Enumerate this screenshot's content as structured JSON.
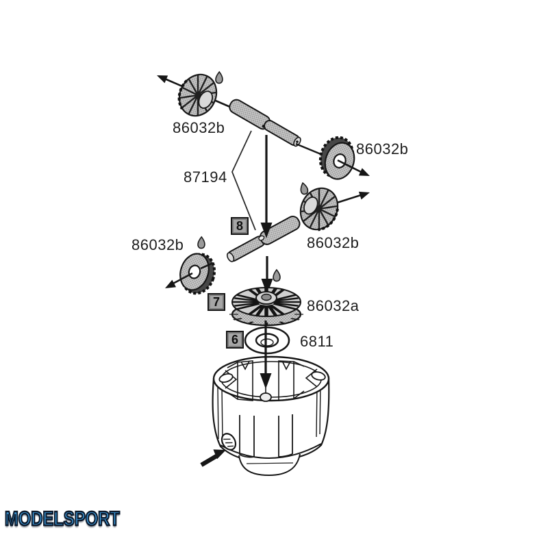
{
  "diagram": {
    "description_colors": {
      "line": "#1a1a1a",
      "metal_gray": "#c6c6c6",
      "box_fill": "#a6a6a6"
    },
    "part_labels": {
      "gear_top_left": "86032b",
      "gear_top_right": "86032b",
      "shafts": "87194",
      "gear_mid_right": "86032b",
      "gear_mid_left": "86032b",
      "crown_gear": "86032a",
      "shim": "6811"
    },
    "step_markers": [
      {
        "number": "8"
      },
      {
        "number": "7"
      },
      {
        "number": "6"
      }
    ]
  },
  "logo": {
    "text": "MODELSPORT",
    "color": "#3fa1e6",
    "outline": "#0c1a2c"
  }
}
